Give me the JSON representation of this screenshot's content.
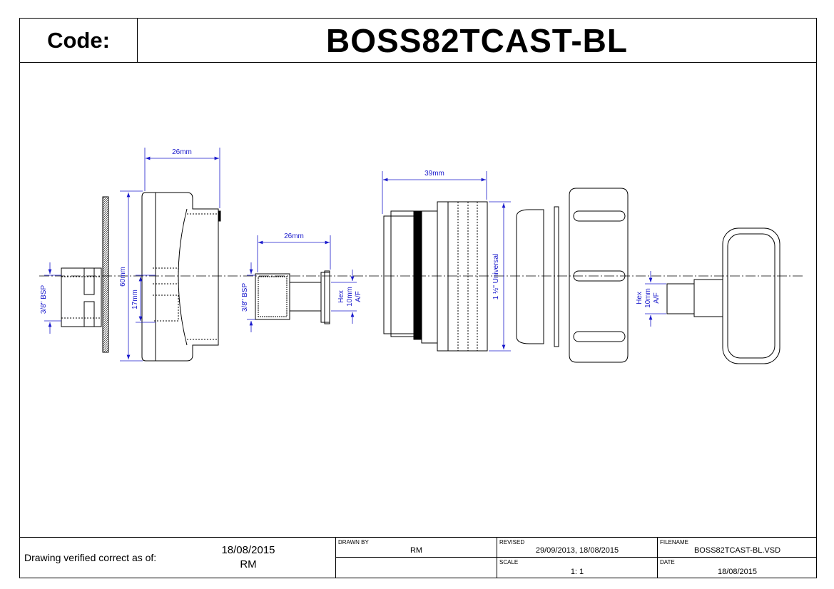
{
  "header": {
    "code_label": "Code:",
    "product_code": "BOSS82TCAST-BL"
  },
  "drawing": {
    "dimensions": {
      "cap_width": "26mm",
      "cap_height": "60mm",
      "cap_bore": "17mm",
      "cap_thread": "3/8\" BSP",
      "spindle_length": "26mm",
      "spindle_thread": "3/8\" BSP",
      "spindle_hex": [
        "Hex",
        "10mm",
        "A/F"
      ],
      "body_length": "39mm",
      "body_thread": "1 ½\" Universal",
      "key_hex": [
        "Hex",
        "10mm",
        "A/F"
      ]
    },
    "colors": {
      "line": "#000000",
      "dimension": "#1a1acc"
    }
  },
  "title_block": {
    "verified_label": "Drawing verified  correct as of:",
    "verified_date": "18/08/2015",
    "verified_by": "RM",
    "drawn_by_label": "DRAWN BY",
    "drawn_by": "RM",
    "revised_label": "REVISED",
    "revised": "29/09/2013, 18/08/2015",
    "filename_label": "FILENAME",
    "filename": "BOSS82TCAST-BL.VSD",
    "scale_label": "SCALE",
    "scale": "1: 1",
    "date_label": "DATE",
    "date": "18/08/2015"
  }
}
